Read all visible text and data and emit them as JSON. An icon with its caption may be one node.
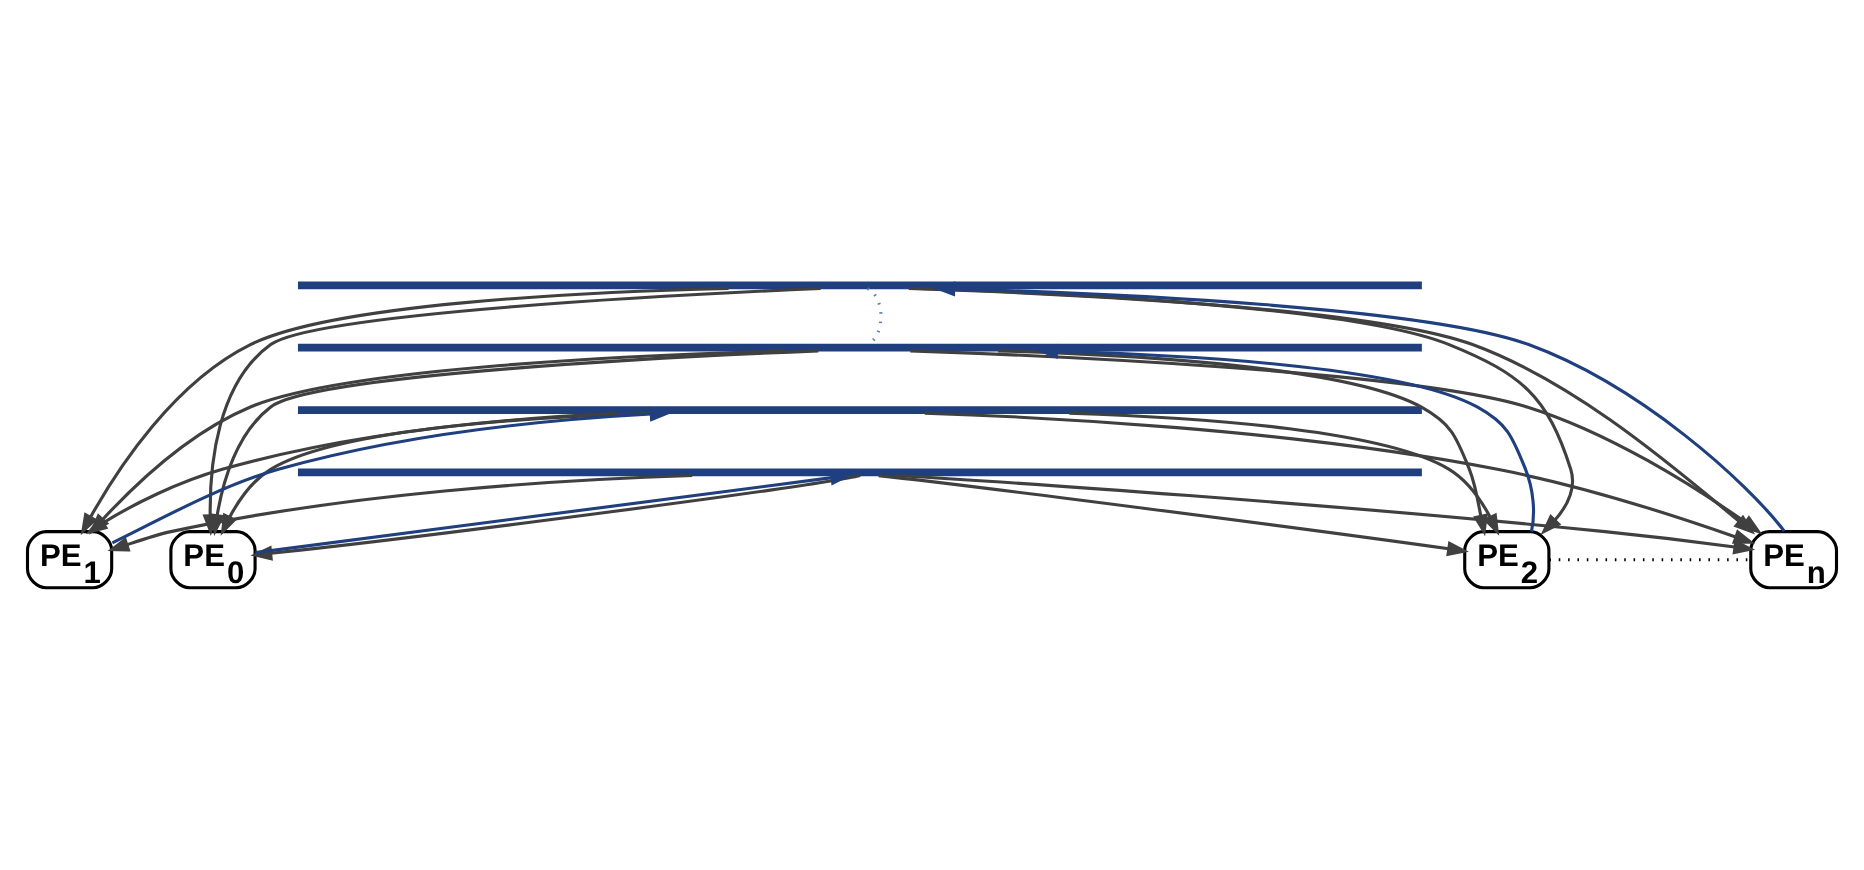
{
  "diagram": {
    "nodes": [
      {
        "text": [],
        "shape": "bar"
      },
      {
        "text": [],
        "shape": "bar"
      },
      {
        "text": [],
        "shape": "bar"
      },
      {
        "text": [],
        "shape": "bar"
      },
      {
        "text": [
          "PE$_{0}$"
        ]
      },
      {
        "text": [
          "PE$_{1}$"
        ]
      },
      {
        "text": [
          "PE$_{2}$"
        ]
      },
      {
        "text": [
          "PE$_{n}$"
        ]
      }
    ],
    "edges": [
      {
        "from": 0,
        "to": 1,
        "arrow": "none",
        "style": "dashed",
        "color": "#4f81bd"
      },
      {
        "from": 4,
        "to": 3,
        "arrow": "to",
        "color": "#1f3f7f"
      },
      {
        "from": 3,
        "to": 4,
        "arrow": "to"
      },
      {
        "from": 2,
        "to": 4,
        "arrow": "to"
      },
      {
        "from": 1,
        "to": 4,
        "arrow": "to"
      },
      {
        "from": 0,
        "to": 4,
        "arrow": "to"
      },
      {
        "from": 5,
        "to": 2,
        "arrow": "to",
        "color": "#1f3f7f"
      },
      {
        "from": 3,
        "to": 5,
        "arrow": "to"
      },
      {
        "from": 2,
        "to": 5,
        "arrow": "to"
      },
      {
        "from": 1,
        "to": 5,
        "arrow": "to"
      },
      {
        "from": 0,
        "to": 5,
        "arrow": "to"
      },
      {
        "from": 6,
        "to": 1,
        "arrow": "to",
        "color": "#1f3f7f"
      },
      {
        "from": 3,
        "to": 6,
        "arrow": "to"
      },
      {
        "from": 2,
        "to": 6,
        "arrow": "to"
      },
      {
        "from": 1,
        "to": 6,
        "arrow": "to"
      },
      {
        "from": 0,
        "to": 6,
        "arrow": "to"
      },
      {
        "from": 6,
        "to": 7,
        "arrow": "none",
        "style": "dashed",
        "color": "#000000"
      },
      {
        "from": 7,
        "to": 0,
        "arrow": "to",
        "color": "#1f3f7f"
      },
      {
        "from": 3,
        "to": 7,
        "arrow": "to"
      },
      {
        "from": 2,
        "to": 7,
        "arrow": "to"
      },
      {
        "from": 1,
        "to": 7,
        "arrow": "to"
      },
      {
        "from": 0,
        "to": 7,
        "arrow": "to"
      }
    ]
  }
}
